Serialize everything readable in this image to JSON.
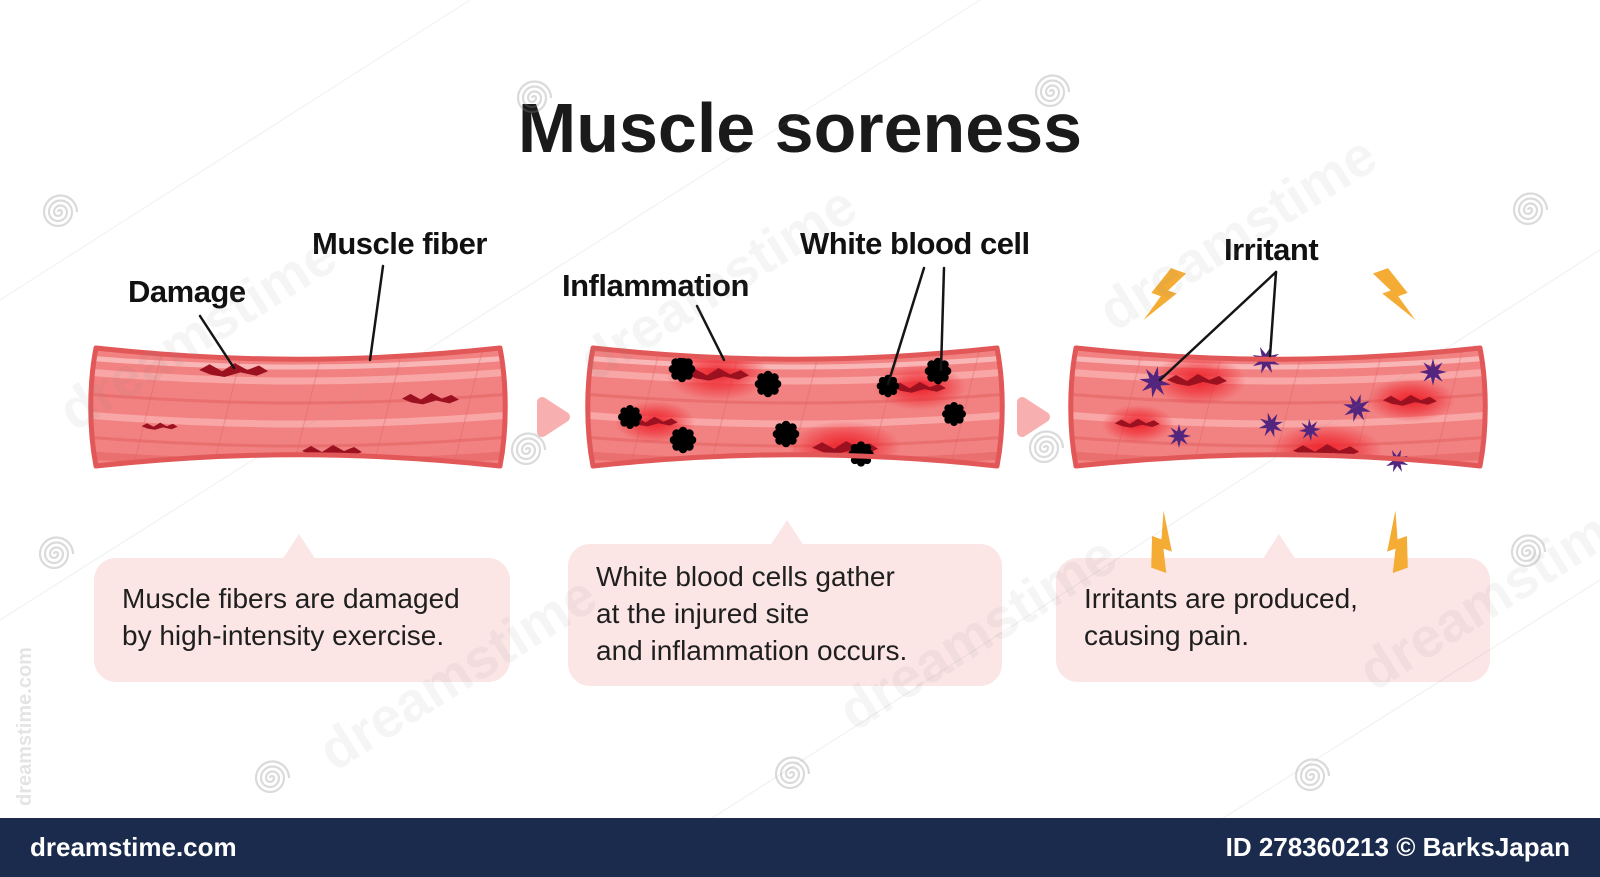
{
  "title": "Muscle soreness",
  "panels": [
    {
      "name": "damage-stage",
      "labels": [
        "Damage",
        "Muscle fiber"
      ],
      "caption_lines": [
        "Muscle fibers are damaged",
        "by high-intensity exercise."
      ]
    },
    {
      "name": "inflammation-stage",
      "labels": [
        "Inflammation",
        "White blood cell"
      ],
      "caption_lines": [
        "White blood cells gather",
        "at the injured site",
        "and inflammation occurs."
      ]
    },
    {
      "name": "irritant-stage",
      "labels": [
        "Irritant"
      ],
      "caption_lines": [
        "Irritants are produced,",
        "causing pain."
      ]
    }
  ],
  "watermark": {
    "logo_text": "dreamstime",
    "site_text": "dreamstime.com"
  },
  "footer": {
    "site": "dreamstime.com",
    "credit": "ID 278360213 © BarksJapan"
  },
  "colors": {
    "page_bg": "#ffffff",
    "title_color": "#1a1a1a",
    "label_color": "#111111",
    "muscle_fill": "#F28181",
    "muscle_stroke": "#E25757",
    "stripe_light": "#F8A6A6",
    "stripe_dark": "#EA6F6F",
    "tear_color": "#9B1120",
    "glow_color": "#EE1C25",
    "wbc_color": "#FFFFFF",
    "irritant_color": "#53257E",
    "bolt_color": "#F5AC35",
    "arrow_color": "#F8AFAF",
    "bubble_bg": "#FBE5E5",
    "bubble_text": "#1f1f1f",
    "footer_bg": "#1B2B4D",
    "footer_text": "#FFFFFF",
    "watermark_color": "#8a8a8a"
  }
}
